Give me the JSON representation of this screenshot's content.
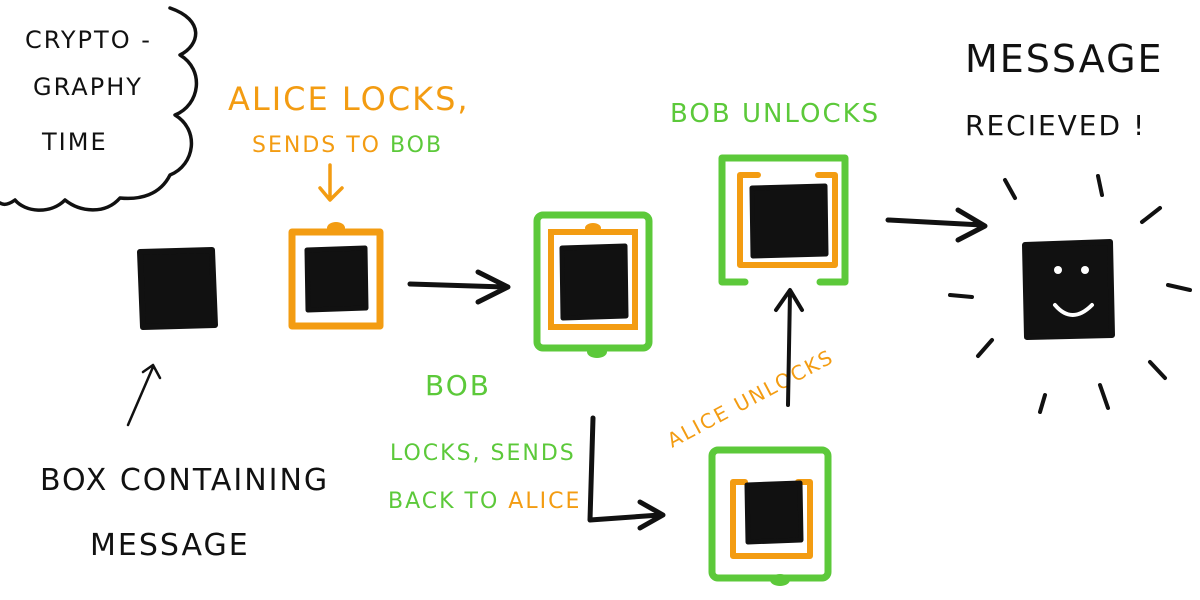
{
  "cloud": {
    "lines": [
      "CRYPTO -",
      "GRAPHY",
      "TIME"
    ]
  },
  "message_box": {
    "caption_lines": [
      "BOX CONTAINING",
      "MESSAGE"
    ]
  },
  "step1": {
    "caption_line1": "ALICE LOCKS,",
    "caption_line2_prefix": "SENDS TO ",
    "caption_line2_name": "BOB"
  },
  "step2": {
    "caption_name": "BOB",
    "caption_line2": "LOCKS, SENDS",
    "caption_line3_prefix": "BACK TO ",
    "caption_line3_name": "ALICE"
  },
  "step3": {
    "caption": "ALICE UNLOCKS"
  },
  "step4": {
    "caption": "BOB UNLOCKS"
  },
  "result": {
    "caption_lines": [
      "MESSAGE",
      "RECIEVED !"
    ]
  },
  "colors": {
    "ink": "#111111",
    "alice": "#f39c12",
    "bob": "#5cc93a",
    "background": "#ffffff"
  }
}
